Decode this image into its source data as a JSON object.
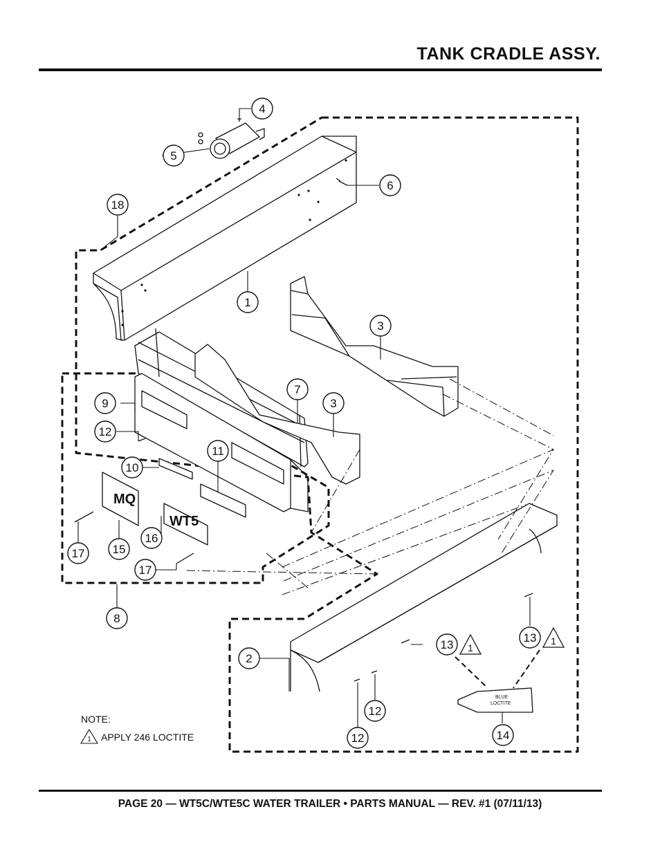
{
  "header": {
    "title": "TANK CRADLE ASSY."
  },
  "footer": {
    "text": "PAGE 20 — WT5C/WTE5C WATER TRAILER • PARTS MANUAL — REV. #1 (07/11/13)"
  },
  "callouts": [
    "4",
    "5",
    "6",
    "18",
    "1",
    "3",
    "9",
    "7",
    "3",
    "12",
    "11",
    "10",
    "16",
    "15",
    "17",
    "17",
    "8",
    "2",
    "13",
    "13",
    "12",
    "12",
    "14"
  ],
  "warning_symbol_number": "1",
  "note": {
    "label": "NOTE:",
    "symbol_number": "1",
    "text": "APPLY 246 LOCTITE"
  },
  "tube_label": {
    "line1": "BLUE",
    "line2": "LOCTITE"
  },
  "plate_labels": {
    "mq_plate": "MQ",
    "model_plate": "WT5"
  }
}
